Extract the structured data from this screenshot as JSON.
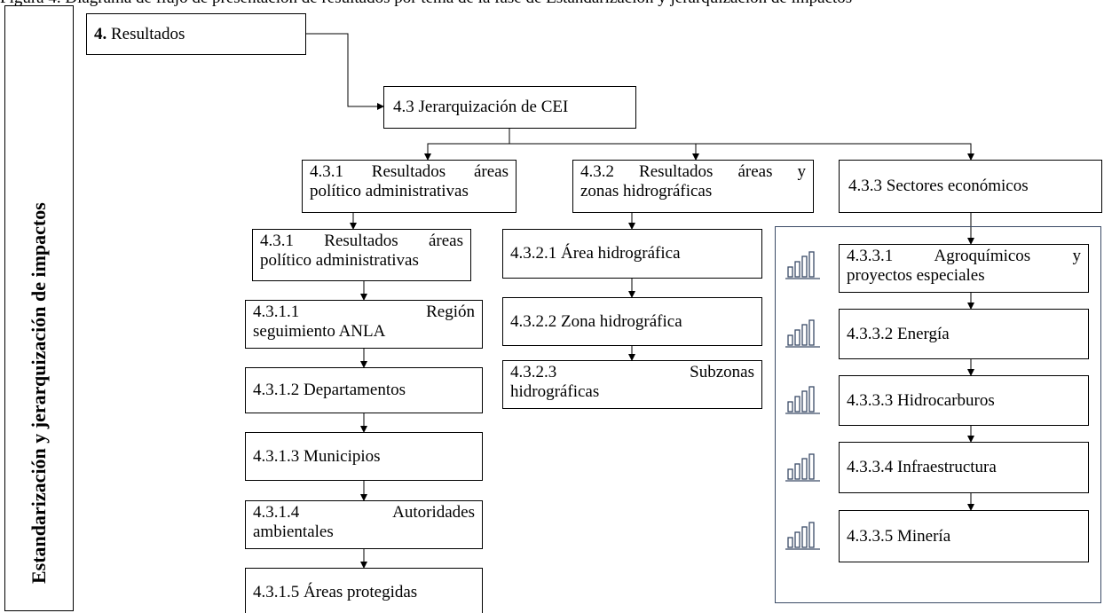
{
  "top_caption": "Figura 4. Diagrama de flujo de presentación de resultados por tema de la fase de Estandarización y jerarquización de impactos",
  "sidebar_title": "Estandarización y jerarquización de impactos",
  "root": {
    "number": "4.",
    "label": "Resultados"
  },
  "jerarquizacion": "4.3 Jerarquización de CEI",
  "col1": {
    "header": [
      "4.3.1 Resultados áreas",
      "político administrativas"
    ],
    "sub": [
      "4.3.1 Resultados áreas",
      "político administrativas"
    ],
    "items": [
      [
        "4.3.1.1 Región",
        "seguimiento  ANLA"
      ],
      [
        "4.3.1.2 Departamentos"
      ],
      [
        "4.3.1.3 Municipios"
      ],
      [
        "4.3.1.4 Autoridades",
        "ambientales"
      ],
      [
        "4.3.1.5 Áreas protegidas"
      ]
    ]
  },
  "col2": {
    "header": [
      "4.3.2 Resultados áreas y",
      "zonas hidrográficas"
    ],
    "items": [
      [
        "4.3.2.1 Área hidrográfica"
      ],
      [
        "4.3.2.2 Zona hidrográfica"
      ],
      [
        "4.3.2.3 Subzonas",
        "hidrográficas"
      ]
    ]
  },
  "col3": {
    "header": "4.3.3 Sectores económicos",
    "items": [
      [
        "4.3.3.1 Agroquímicos  y",
        "proyectos especiales"
      ],
      [
        "4.3.3.2 Energía"
      ],
      [
        "4.3.3.3 Hidrocarburos"
      ],
      [
        "4.3.3.4 Infraestructura"
      ],
      [
        "4.3.3.5 Minería"
      ]
    ],
    "icon": "bar-chart-icon",
    "frame_color": "#3a4a66"
  }
}
